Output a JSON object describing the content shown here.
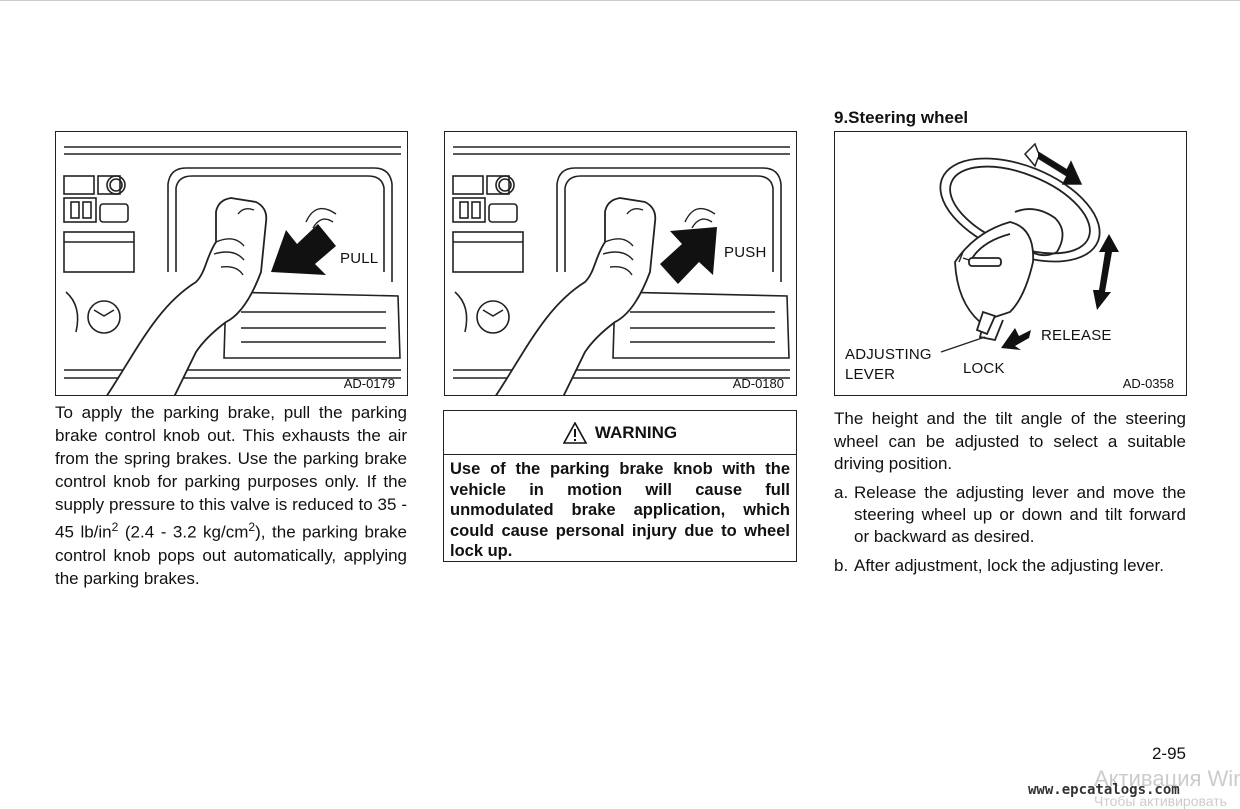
{
  "figures": [
    {
      "code": "AD-0179",
      "label": "PULL"
    },
    {
      "code": "AD-0180",
      "label": "PUSH"
    },
    {
      "code": "AD-0358",
      "labels": {
        "adjusting_1": "ADJUSTING",
        "adjusting_2": "LEVER",
        "lock": "LOCK",
        "release": "RELEASE"
      }
    }
  ],
  "section_heading": "9.Steering wheel",
  "parking_paragraph": {
    "text1": "To apply the parking brake, pull the parking brake control knob out. This exhausts the air from the spring brakes. Use the parking brake control knob for parking purposes only. If the supply pressure to this valve is reduced to 35 - 45 lb/in",
    "sup1": "2",
    "text2": " (2.4 - 3.2 kg/cm",
    "sup2": "2",
    "text3": "), the parking brake control knob pops out automatically, applying the parking brakes."
  },
  "warning": {
    "title": "WARNING",
    "body": "Use of the parking brake knob with the vehicle in motion will cause full unmodulated brake application, which could cause personal injury due to wheel lock up."
  },
  "steering_paragraph": "The height and the tilt angle of the steering wheel can be adjusted to select a suitable driving position.",
  "steps": [
    {
      "marker": "a.",
      "text": "Release the adjusting lever and move the steering wheel up or down and tilt forward or backward as desired."
    },
    {
      "marker": "b.",
      "text": "After adjustment, lock the adjusting lever."
    }
  ],
  "page_number": "2-95",
  "watermark": {
    "url": "www.epcatalogs.com",
    "activation_1": "Активация Winc",
    "activation_2": "Чтобы активировать"
  }
}
